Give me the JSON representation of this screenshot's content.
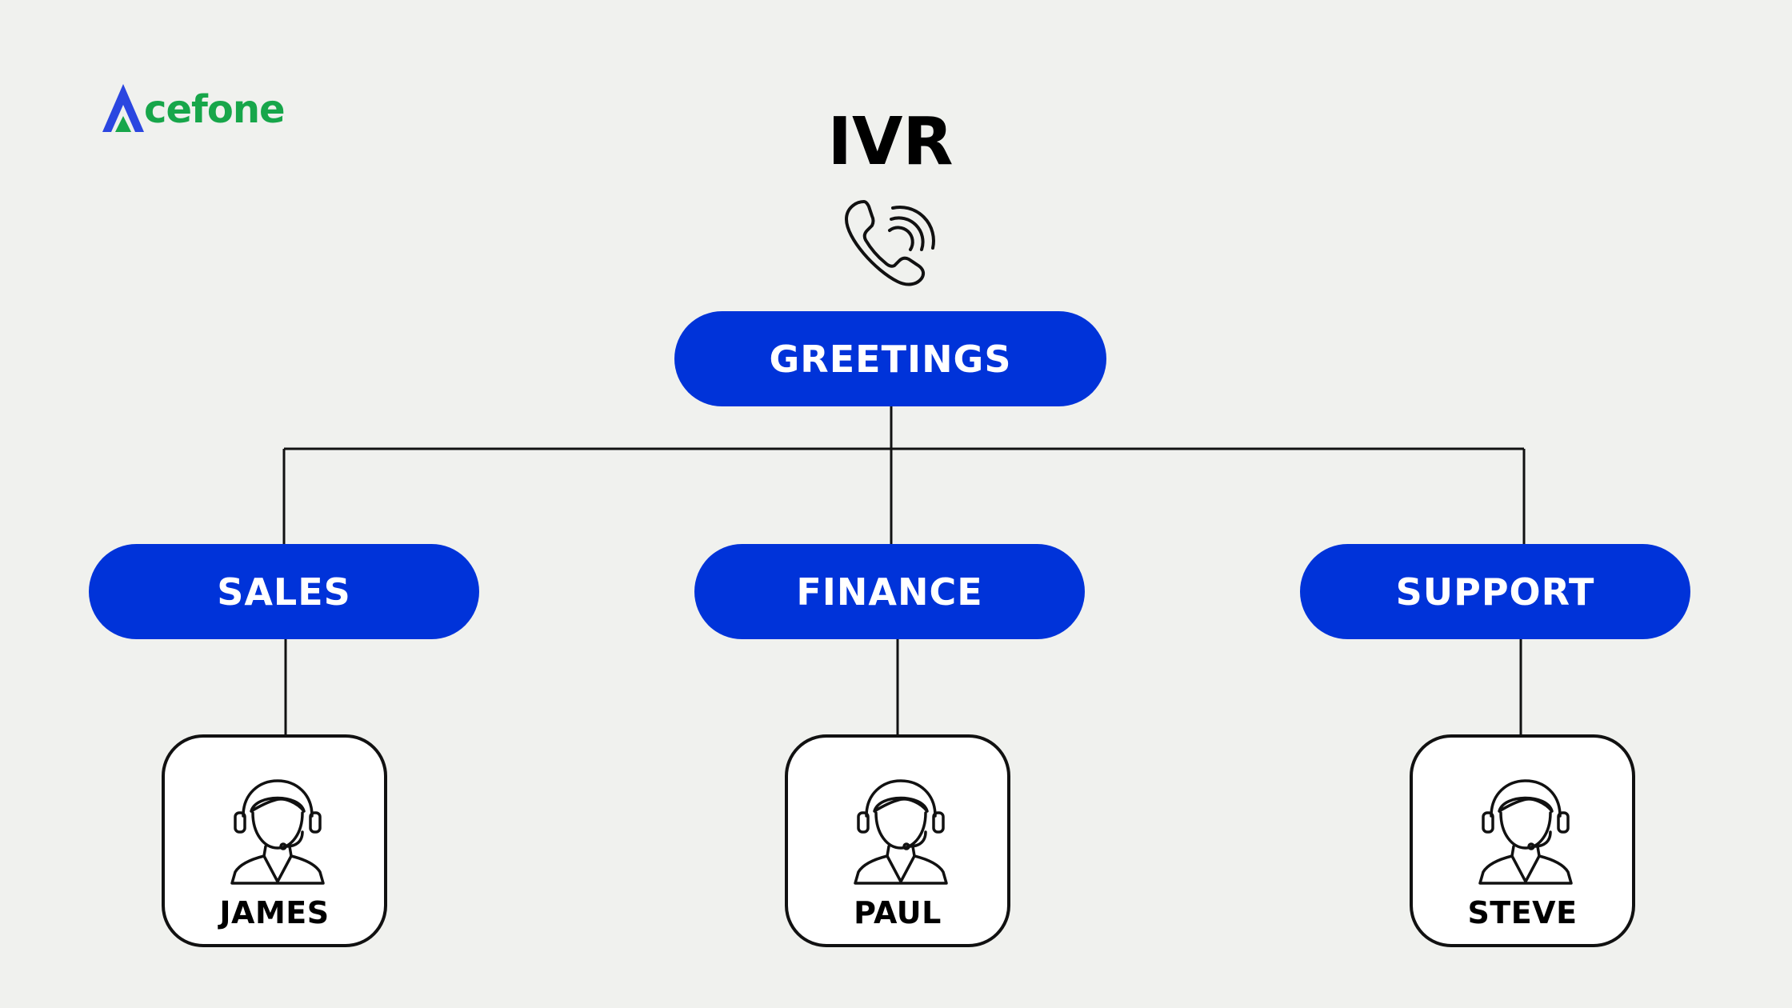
{
  "logo": {
    "text": "cefone",
    "mark_letter": "A",
    "blue": "#2b46e0",
    "green": "#17a64a"
  },
  "title": "IVR",
  "root": {
    "label": "GREETINGS"
  },
  "departments": [
    {
      "label": "SALES"
    },
    {
      "label": "FINANCE"
    },
    {
      "label": "SUPPORT"
    }
  ],
  "agents": [
    {
      "name": "JAMES"
    },
    {
      "name": "PAUL"
    },
    {
      "name": "STEVE"
    }
  ],
  "icons": {
    "title_icon": "phone-ringing-icon",
    "agent_icon": "headset-agent-icon"
  },
  "colors": {
    "background": "#f0f1ee",
    "node_fill": "#0033d9",
    "node_text": "#ffffff",
    "line": "#111111"
  }
}
